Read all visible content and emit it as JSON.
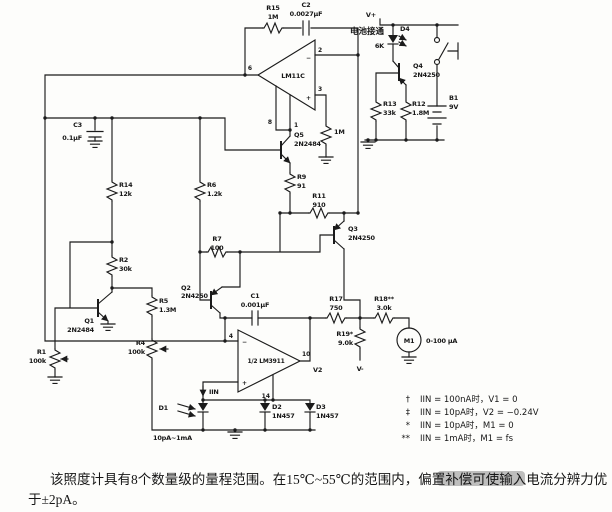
{
  "sch": {
    "opamp1": {
      "part": "LM11C",
      "pin1": "1",
      "pin2": "2",
      "pin3": "3",
      "pin6": "6",
      "pin8": "8",
      "minus": "−",
      "plus": "+"
    },
    "opamp2": {
      "part": "1/2 LM3911",
      "pin4": "4",
      "pin10": "10",
      "pin14": "14",
      "minus": "−",
      "plus": "+",
      "out_label": "V2"
    },
    "r": {
      "r1": {
        "n": "R1",
        "v": "100k"
      },
      "r2": {
        "n": "R2",
        "v": "30k"
      },
      "r4": {
        "n": "R4",
        "v": "100k"
      },
      "r5": {
        "n": "R5",
        "v": "1.3M"
      },
      "r6": {
        "n": "R6",
        "v": "1.2k"
      },
      "r7": {
        "n": "R7",
        "v": "100"
      },
      "r8": {
        "v": "1M"
      },
      "r9": {
        "n": "R9",
        "v": "91"
      },
      "r11": {
        "n": "R11",
        "v": "910"
      },
      "r12": {
        "n": "R12",
        "v": "1.8M"
      },
      "r13": {
        "n": "R13",
        "v": "33k"
      },
      "r14": {
        "n": "R14",
        "v": "12k"
      },
      "r15": {
        "n": "R15",
        "v": "1M"
      },
      "r17": {
        "n": "R17",
        "v": "750"
      },
      "r18": {
        "n": "R18**",
        "v": "3.0k"
      },
      "r19": {
        "n": "R19*",
        "v": "9.0k"
      }
    },
    "c": {
      "c1": {
        "n": "C1",
        "v": "0.001µF"
      },
      "c2": {
        "n": "C2",
        "v": "0.0027µF"
      },
      "c3": {
        "n": "C3",
        "v": "0.1µF"
      }
    },
    "q": {
      "q1": {
        "n": "Q1",
        "p": "2N2484"
      },
      "q2": {
        "n": "Q2",
        "p": "2N4250"
      },
      "q3": {
        "n": "Q3",
        "p": "2N4250"
      },
      "q4": {
        "n": "Q4",
        "p": "2N4250"
      },
      "q5": {
        "n": "Q5",
        "p": "2N2484"
      }
    },
    "d": {
      "d1": {
        "n": "D1"
      },
      "d2": {
        "n": "D2",
        "p": "1N457"
      },
      "d3": {
        "n": "D3",
        "p": "1N457"
      },
      "d4": {
        "n": "D4",
        "v": "6K"
      }
    },
    "bat": {
      "n": "B1",
      "v": "9V"
    },
    "meter": {
      "n": "M1",
      "range": "0-100 µA"
    },
    "txt": {
      "battery_on": "电池接通",
      "vplus": "V+",
      "vminus": "V-",
      "iin": "IIN",
      "d1_range": "10pA~1mA"
    }
  },
  "notes": [
    {
      "m": "†",
      "t": "IIN = 100nA时，V1 = 0"
    },
    {
      "m": "‡",
      "t": "IIN = 10pA时，V2 = −0.24V"
    },
    {
      "m": "*",
      "t": "IIN = 10pA时，M1 = 0"
    },
    {
      "m": "**",
      "t": "IIN = 1mA时，M1 = fs"
    }
  ],
  "caption": {
    "line1": "该照度计具有8个数量级的量程范围。在15℃~55℃的范围内，偏置补偿可使输入电流分辨力优",
    "line2": "于±2pA。"
  }
}
